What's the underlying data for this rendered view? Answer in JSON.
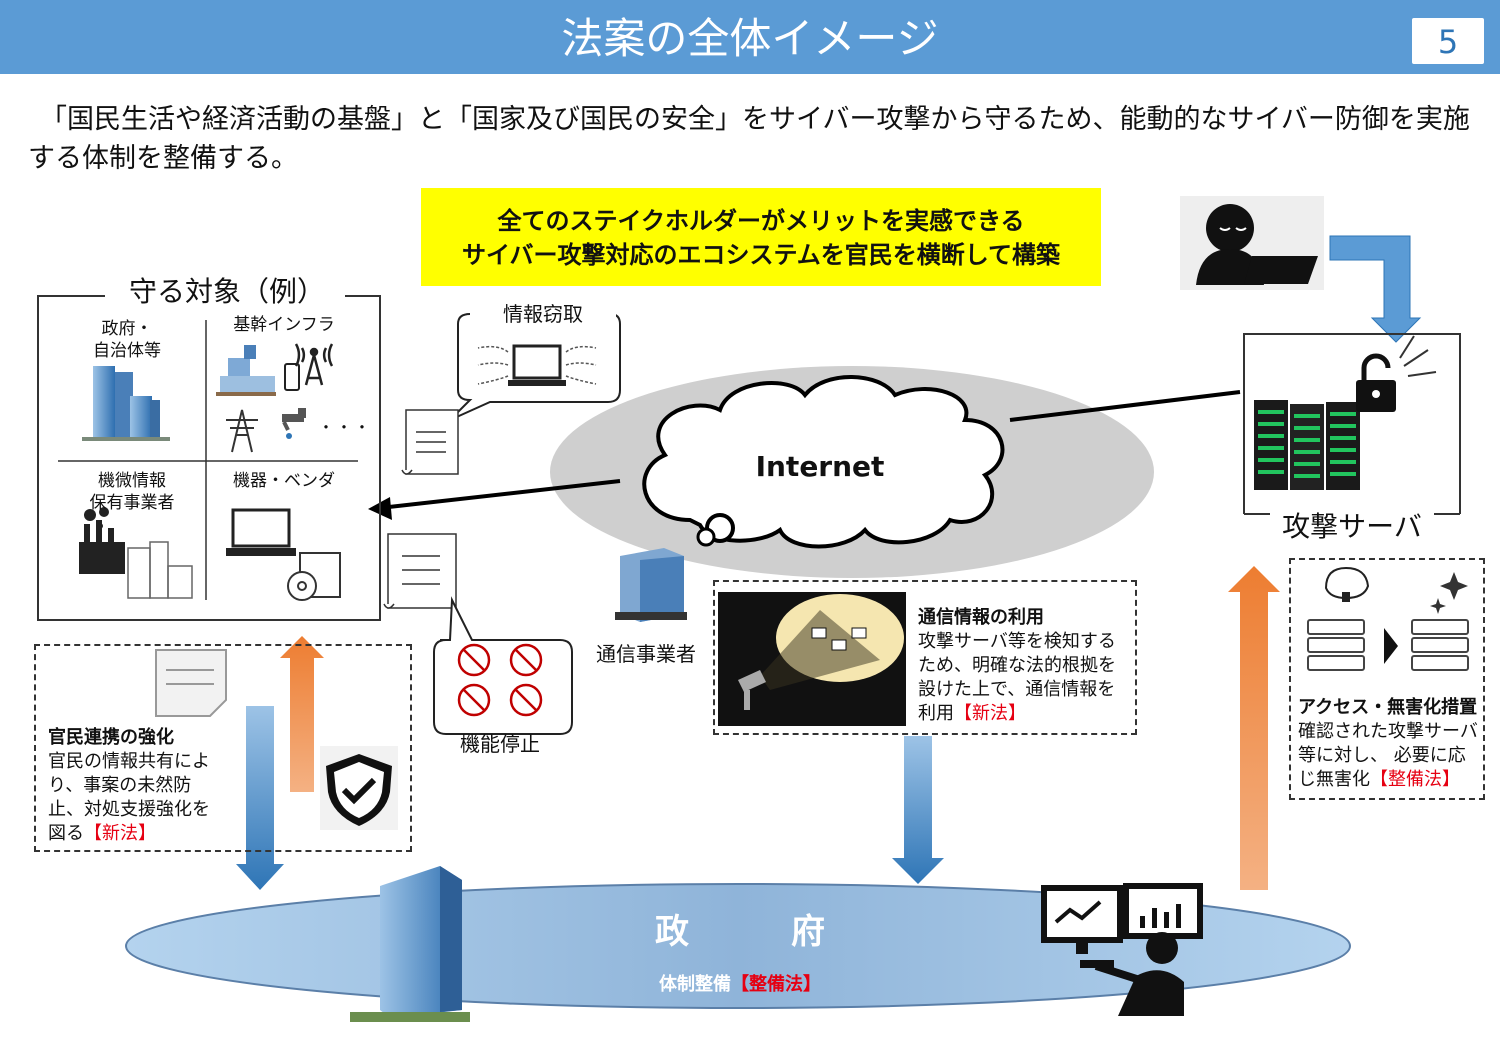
{
  "header": {
    "title": "法案の全体イメージ",
    "page_number": "5"
  },
  "intro_text": "「国民生活や経済活動の基盤」と「国家及び国民の安全」をサイバー攻撃から守るため、能動的なサイバー防御を実施する体制を整備する。",
  "banner": {
    "line1": "全てのステイクホルダーがメリットを実感できる",
    "line2": "サイバー攻撃対応のエコシステムを官民を横断して構築"
  },
  "protected": {
    "title": "守る対象（例）",
    "cells": [
      {
        "label": "政府・\n自治体等"
      },
      {
        "label": "基幹インフラ"
      },
      {
        "label": "機微情報\n保有事業者"
      },
      {
        "label": "機器・ベンダ"
      }
    ],
    "ellipsis": "・・・"
  },
  "info_theft": "情報窃取",
  "internet": "Internet",
  "function_stop": "機能停止",
  "telecom_operator": "通信事業者",
  "attack_server": "攻撃サーバ",
  "cooperation": {
    "title": "官民連携の強化",
    "body": "官民の情報共有により、事案の未然防止、対処支援強化を図る",
    "law": "【新法】"
  },
  "comm_info": {
    "title": "通信情報の利用",
    "body": "攻撃サーバ等を検知するため、明確な法的根拠を設けた上で、通信情報を利用",
    "law": "【新法】"
  },
  "access_measure": {
    "title": "アクセス・無害化措置",
    "body": "確認された攻撃サーバ等に対し、 必要に応じ無害化",
    "law": "【整備法】"
  },
  "government": {
    "title": "政　　　府",
    "sub": "体制整備",
    "law": "【整備法】"
  },
  "colors": {
    "header": "#5b9bd5",
    "banner": "#ffff00",
    "blue_arrow": "#5b9bd5",
    "orange_arrow": "#ed7d31",
    "law_red": "#e60012"
  }
}
